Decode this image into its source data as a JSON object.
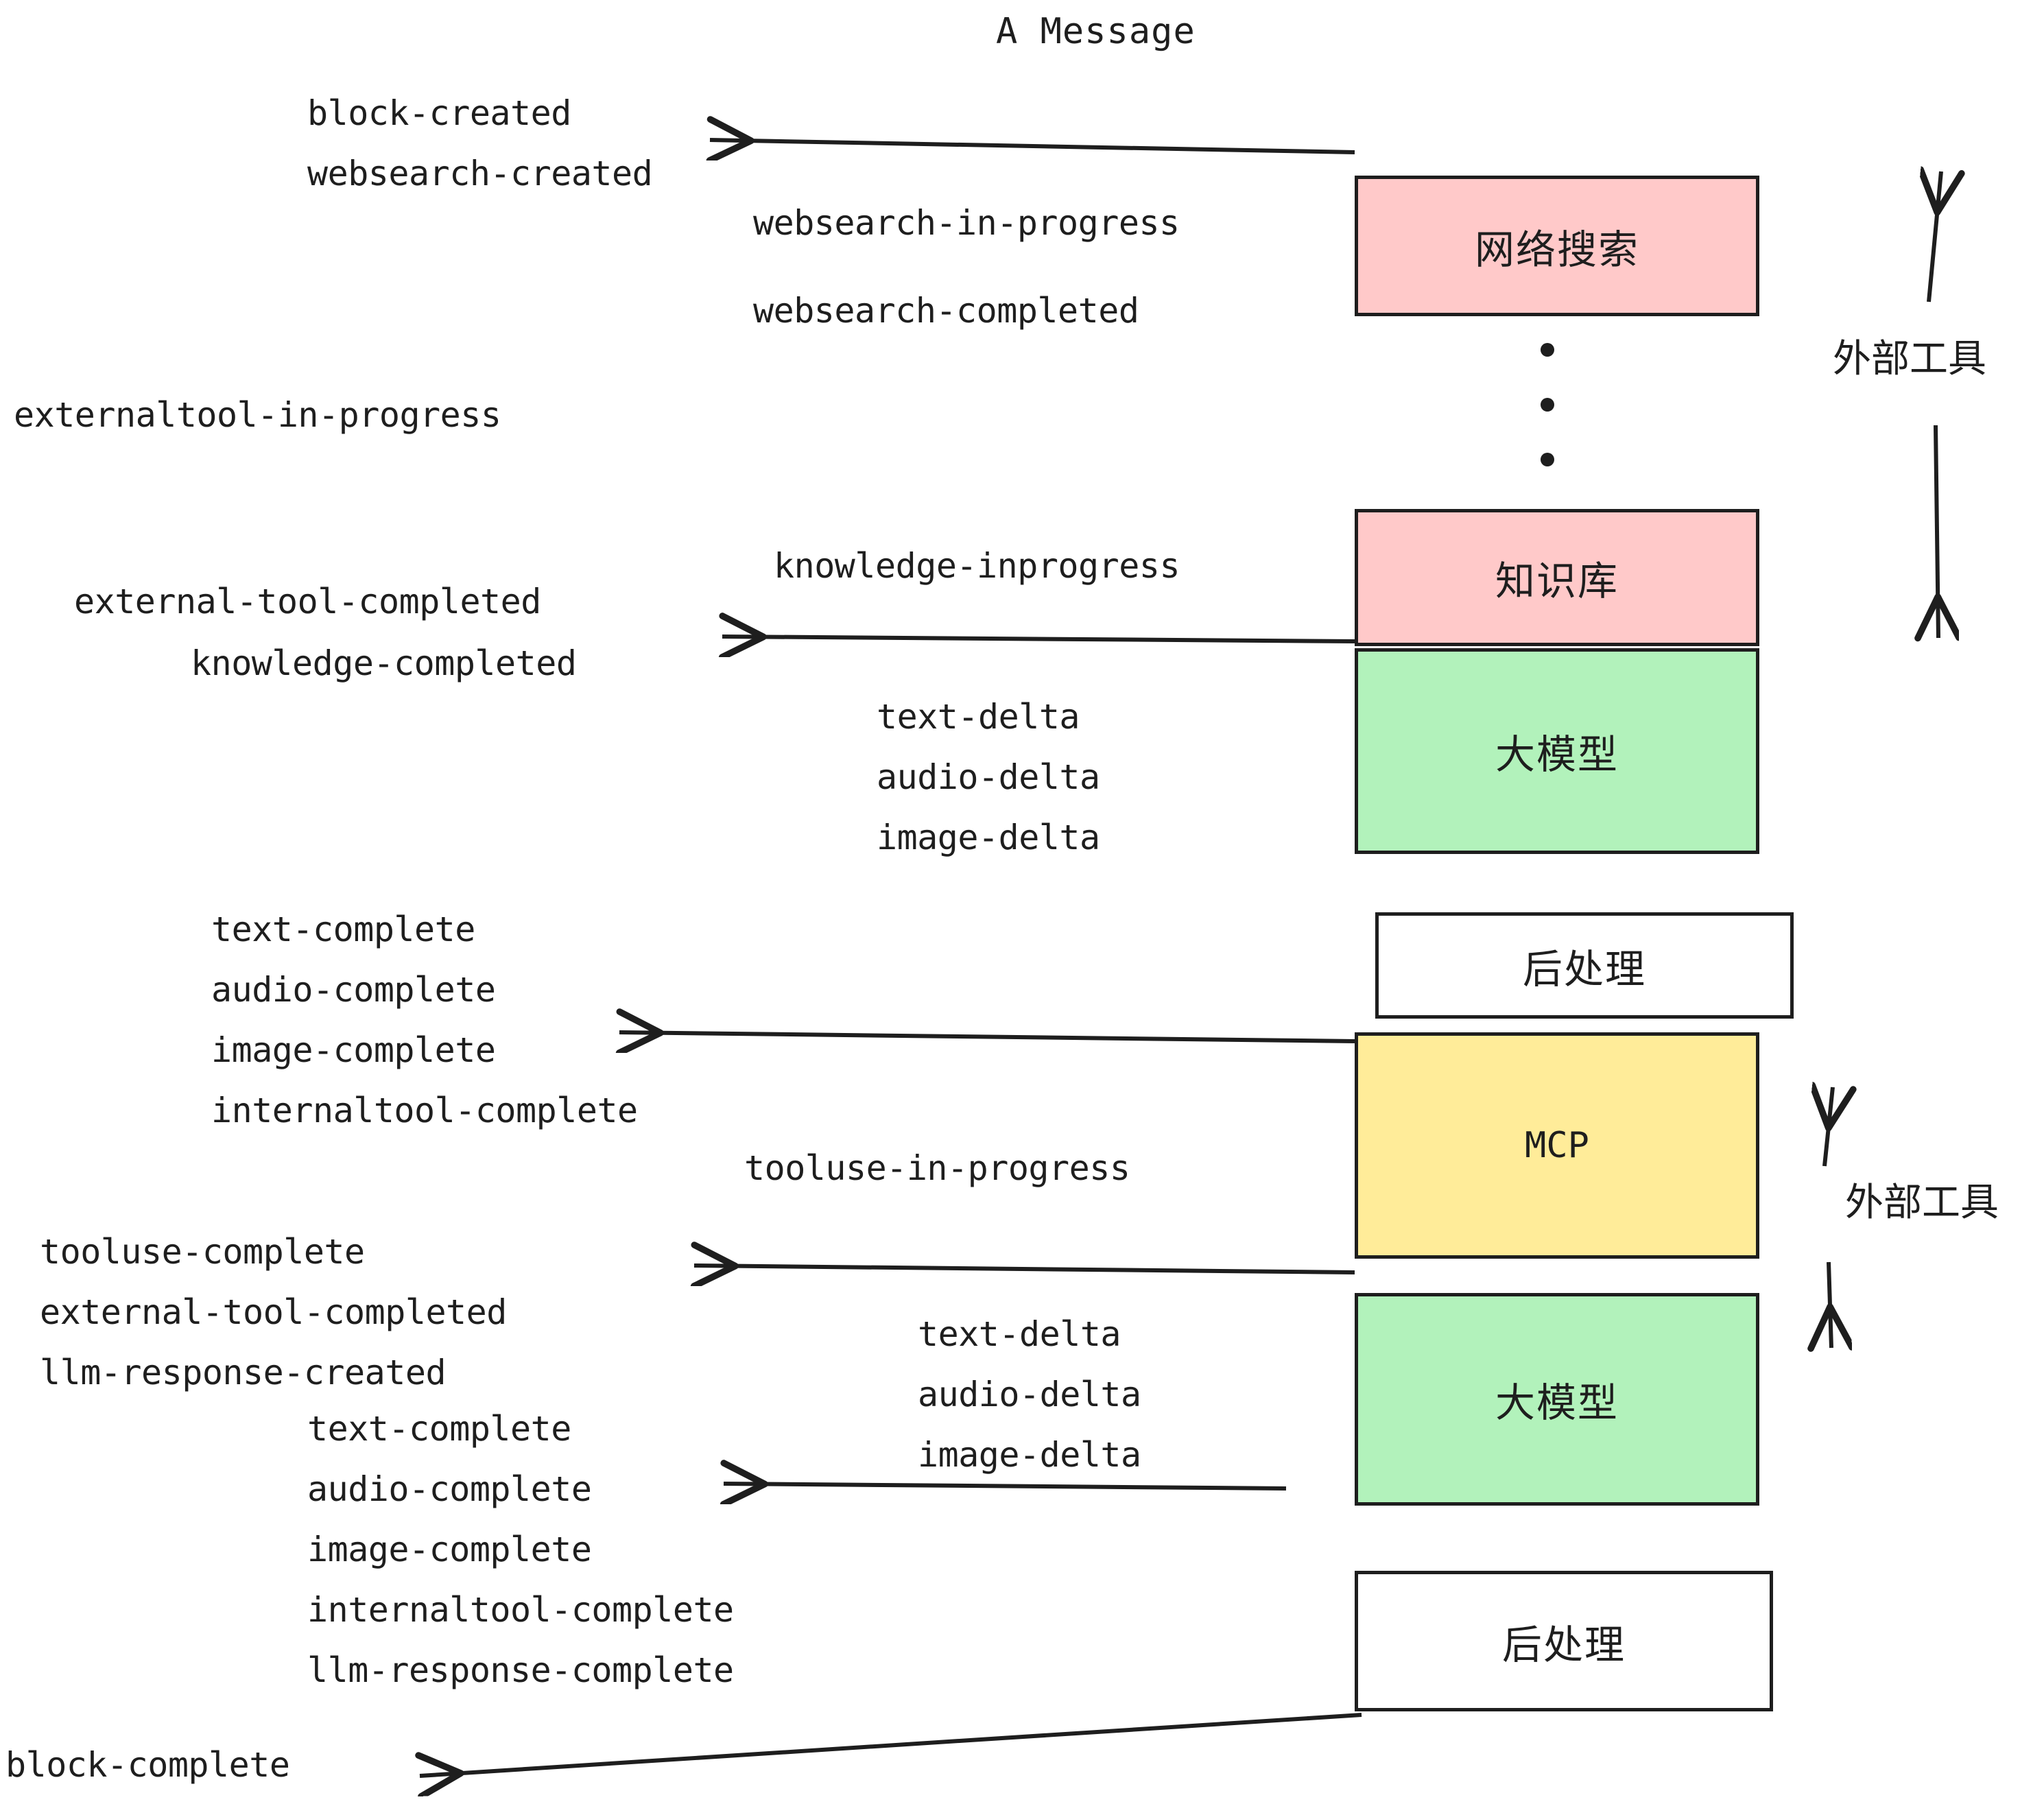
{
  "title": "A Message",
  "colors": {
    "stroke": "#1e1e1e",
    "background": "#ffffff",
    "pink": "#ffc9c9",
    "green": "#b2f2bb",
    "yellow": "#ffec99",
    "white": "#ffffff"
  },
  "boxes": {
    "websearch": {
      "label": "网络搜索",
      "fill": "#ffc9c9"
    },
    "knowledge": {
      "label": "知识库",
      "fill": "#ffc9c9"
    },
    "llm_top": {
      "label": "大模型",
      "fill": "#b2f2bb"
    },
    "postprocess_top": {
      "label": "后处理",
      "fill": "#ffffff"
    },
    "mcp": {
      "label": "MCP",
      "fill": "#ffec99"
    },
    "llm_bottom": {
      "label": "大模型",
      "fill": "#b2f2bb"
    },
    "postprocess_bottom": {
      "label": "后处理",
      "fill": "#ffffff"
    }
  },
  "side_brackets": [
    {
      "label": "外部工具"
    },
    {
      "label": "外部工具"
    }
  ],
  "events": {
    "block_created": "block-created",
    "websearch_created": "websearch-created",
    "websearch_in_progress": "websearch-in-progress",
    "websearch_completed": "websearch-completed",
    "externaltool_in_progress": "externaltool-in-progress",
    "knowledge_inprogress": "knowledge-inprogress",
    "external_tool_completed_1": "external-tool-completed",
    "knowledge_completed": "knowledge-completed",
    "text_delta_1": "text-delta",
    "audio_delta_1": "audio-delta",
    "image_delta_1": "image-delta",
    "text_complete_1": "text-complete",
    "audio_complete_1": "audio-complete",
    "image_complete_1": "image-complete",
    "internaltool_complete_1": "internaltool-complete",
    "tooluse_in_progress": "tooluse-in-progress",
    "tooluse_complete": "tooluse-complete",
    "external_tool_completed_2": "external-tool-completed",
    "llm_response_created": "llm-response-created",
    "text_delta_2": "text-delta",
    "audio_delta_2": "audio-delta",
    "image_delta_2": "image-delta",
    "text_complete_2": "text-complete",
    "audio_complete_2": "audio-complete",
    "image_complete_2": "image-complete",
    "internaltool_complete_2": "internaltool-complete",
    "llm_response_complete": "llm-response-complete",
    "block_complete": "block-complete"
  }
}
